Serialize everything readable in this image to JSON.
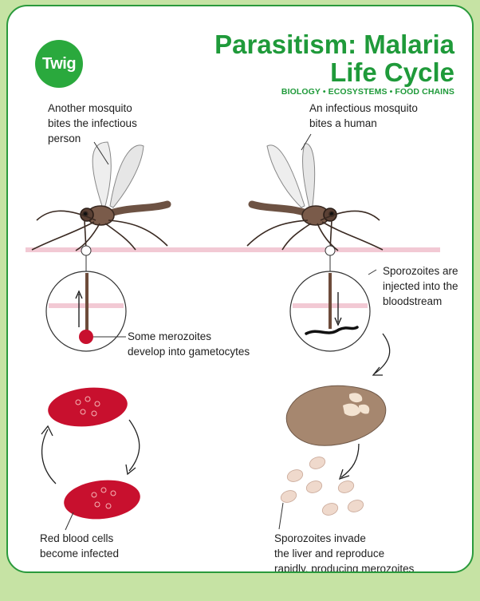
{
  "brand": {
    "logo_text": "Twig"
  },
  "header": {
    "title": "Parasitism: Malaria\nLife Cycle",
    "subtitle": "BIOLOGY • ECOSYSTEMS • FOOD CHAINS"
  },
  "labels": {
    "another_mosquito": "Another mosquito\nbites the infectious\nperson",
    "infectious_mosquito": "An infectious mosquito\nbites a human",
    "sporozoites_injected": "Sporozoites are\ninjected into the\nbloodstream",
    "merozoites_gametocytes": "Some merozoites\ndevelop into gametocytes",
    "sporozoites_invade": "Sporozoites invade\nthe liver and reproduce\nrapidly, producing merozoites",
    "red_blood_cells": "Red blood cells\nbecome infected"
  },
  "colors": {
    "brand_green": "#1f9a3a",
    "page_bg": "#c6e3a4",
    "skin_line": "#f2c9d4",
    "blood_cell": "#c8102e",
    "liver": "#a6876f",
    "sporozoite": "#efd9cc"
  }
}
